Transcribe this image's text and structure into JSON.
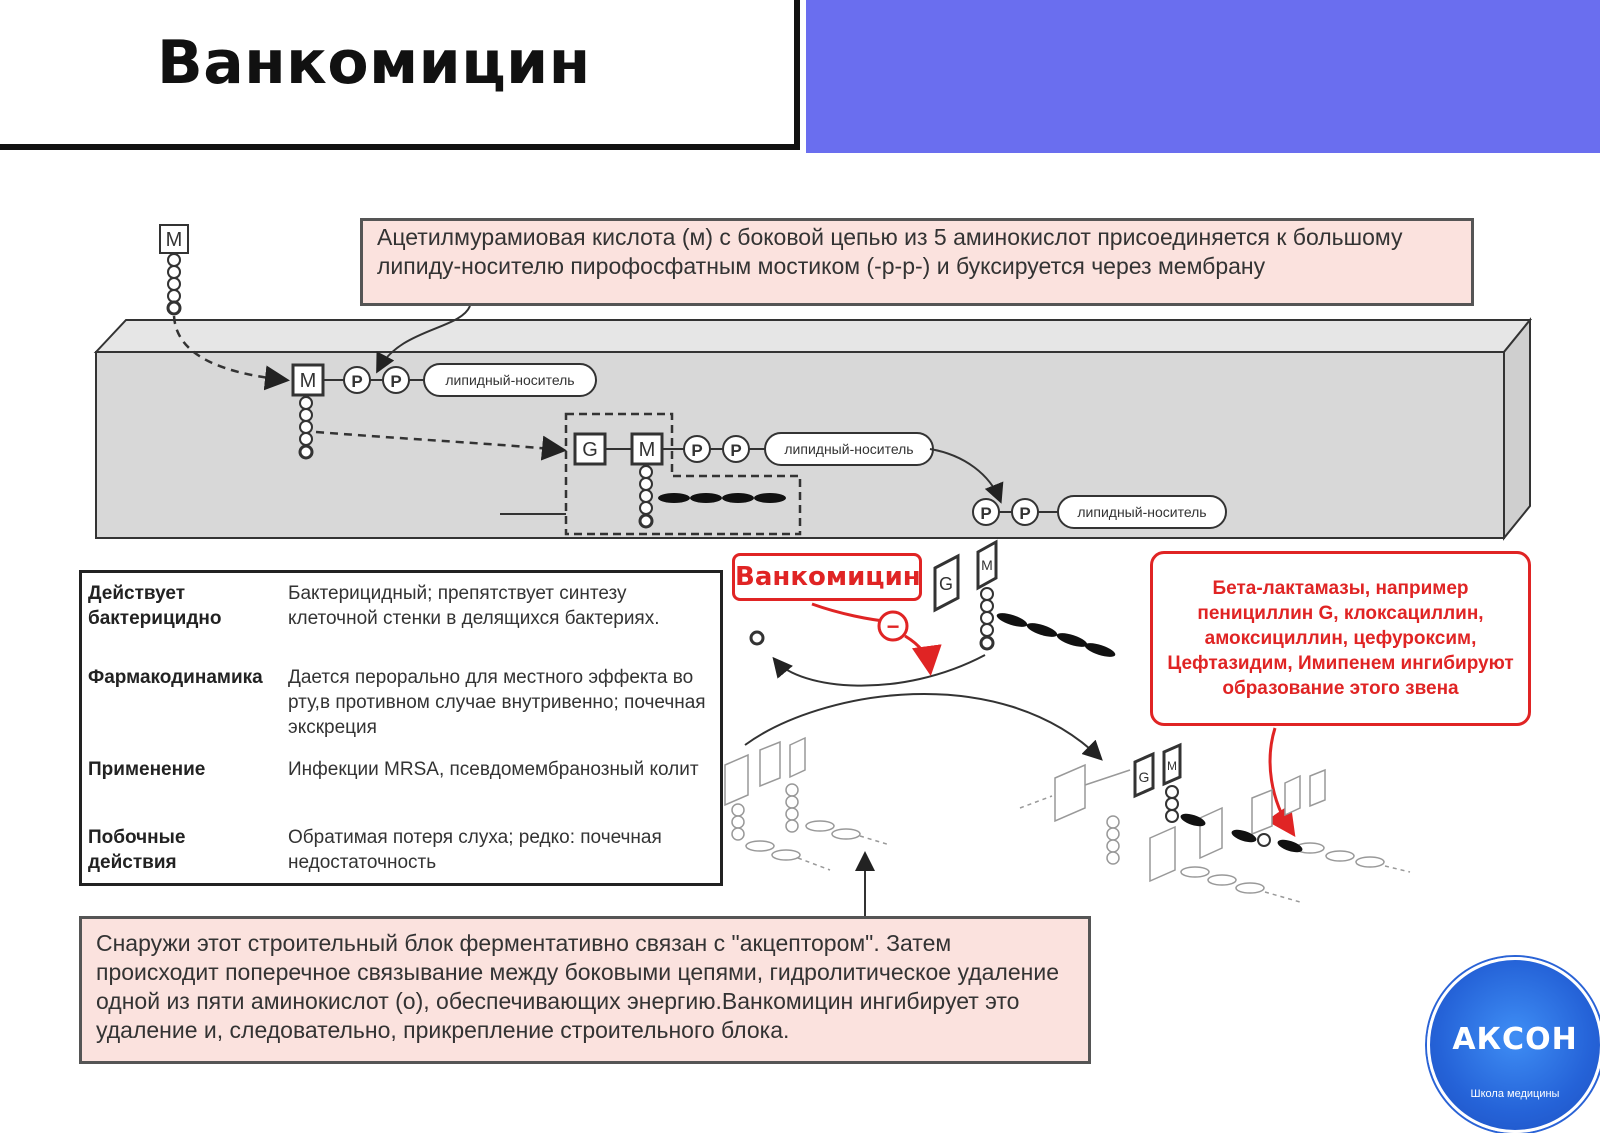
{
  "title": "Ванкомицин",
  "header_accent_color": "#6a6eef",
  "notes": {
    "top": "Ацетилмурамиовая кислота (м) с боковой цепью из 5 аминокислот присоединяется к большому липиду-носителю пирофосфатным мостиком (-р-р-) и буксируется через мембрану",
    "bottom": "Снаружи этот строительный блок ферментативно связан с \"акцептором\". Затем происходит поперечное связывание между боковыми цепями, гидролитическое удаление одной из пяти аминокислот (о), обеспечивающих энергию.Ванкомицин ингибирует это удаление и, следовательно, прикрепление строительного блока."
  },
  "diagram": {
    "m_label": "M",
    "g_label": "G",
    "p_label": "P",
    "carrier_label": "липидный-носитель",
    "vancomycin_label": "Ванкомицин",
    "inhibit_symbol": "−",
    "beta_lactam_note": "Бета-лактамазы, например пенициллин G, клоксациллин, амоксициллин, цефуроксим, Цефтазидим, Имипенем ингибируют образование этого звена",
    "accent_red": "#e02424"
  },
  "table": {
    "rows": [
      {
        "label": "Действует бактерицидно",
        "text": "Бактерицидный; препятствует синтезу клеточной стенки в делящихся бактериях."
      },
      {
        "label": "Фармакодинамика",
        "text": "Дается перорально для местного эффекта во рту,в противном случае внутривенно; почечная экскреция"
      },
      {
        "label": "Применение",
        "text": "Инфекции MRSA, псевдомембранозный колит"
      },
      {
        "label": "Побочные действия",
        "text": "Обратимая потеря слуха; редко: почечная недостаточность"
      }
    ]
  },
  "logo": {
    "text": "АКСОН",
    "subtitle": "Школа медицины"
  }
}
